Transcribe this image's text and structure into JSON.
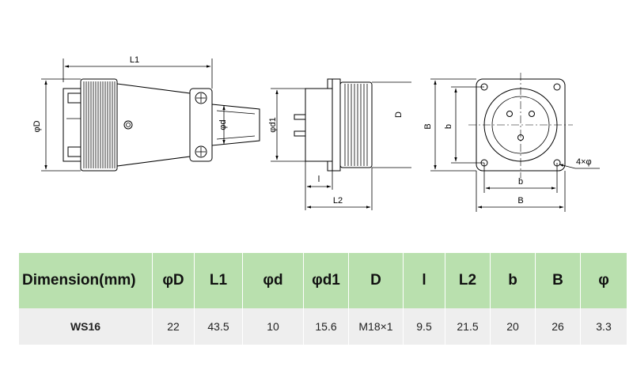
{
  "drawing": {
    "labels": {
      "L1": "L1",
      "D_phi": "φD",
      "d_phi": "φd",
      "d1_phi": "φd1",
      "l": "l",
      "L2": "L2",
      "D": "D",
      "B_vertical": "B",
      "b_vertical": "b",
      "b_horizontal": "b",
      "B_horizontal": "B",
      "holes": "4×φ"
    }
  },
  "table": {
    "headers": [
      "Dimension(mm)",
      "φD",
      "L1",
      "φd",
      "φd1",
      "D",
      "l",
      "L2",
      "b",
      "B",
      "φ"
    ],
    "rows": [
      [
        "WS16",
        "22",
        "43.5",
        "10",
        "15.6",
        "M18×1",
        "9.5",
        "21.5",
        "20",
        "26",
        "3.3"
      ]
    ]
  },
  "colors": {
    "header_bg": "#b9e0ae",
    "row_bg": "#eeeeee"
  }
}
